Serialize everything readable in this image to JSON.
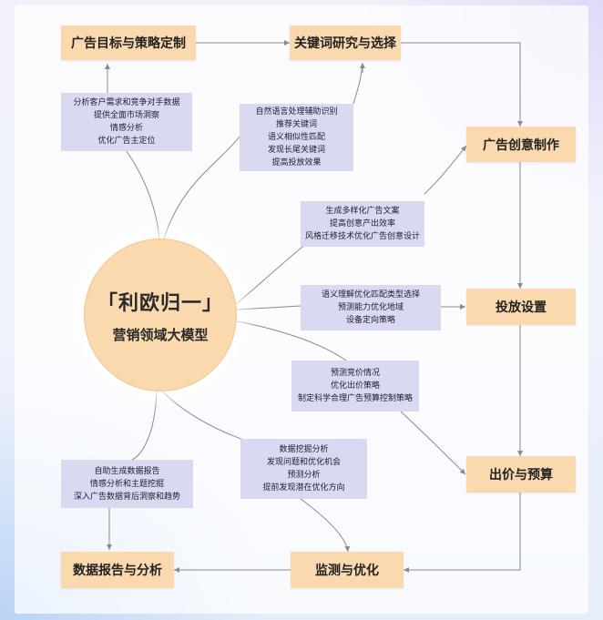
{
  "center": {
    "title": "「利欧归一」",
    "subtitle": "营销领域大模型"
  },
  "nodes": {
    "goal": "广告目标与策略定制",
    "keyword": "关键词研究与选择",
    "creative": "广告创意制作",
    "delivery": "投放设置",
    "bidding": "出价与预算",
    "monitor": "监测与优化",
    "report": "数据报告与分析"
  },
  "notes": {
    "goal": [
      "分析客户需求和竞争对手数据",
      "提供全面市场洞察",
      "情感分析",
      "优化广告主定位"
    ],
    "keyword": [
      "自然语言处理辅助识别",
      "推荐关键词",
      "语义相似性匹配",
      "发现长尾关键词",
      "提高投放效果"
    ],
    "creative": [
      "生成多样化广告文案",
      "提高创意产出效率",
      "风格迁移技术优化广告创意设计"
    ],
    "delivery": [
      "语义理解优化匹配类型选择",
      "预测能力优化地域",
      "设备定向策略"
    ],
    "bidding": [
      "预测竞价情况",
      "优化出价策略",
      "制定科学合理广告预算控制策略"
    ],
    "monitor": [
      "数据挖掘分析",
      "发现问题和优化机会",
      "预测分析",
      "提前发现潜在优化方向"
    ],
    "report": [
      "自助生成数据报告",
      "情感分析和主题挖掘",
      "深入广告数据背后洞察和趋势"
    ]
  },
  "colors": {
    "node": "#f9d9ad",
    "note": "#d9d9f2",
    "line": "#8a8a8a"
  }
}
